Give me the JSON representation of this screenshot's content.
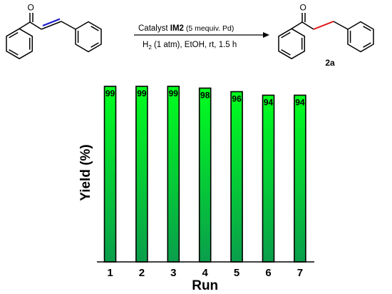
{
  "reaction": {
    "catalyst_prefix": "Catalyst ",
    "catalyst_name": "IM2",
    "catalyst_loading": " (5 mequiv. Pd)",
    "h2_main": "H",
    "h2_sub": "2",
    "conditions_rest": " (1 atm), EtOH, rt, 1.5 h",
    "reactant_o": "O",
    "product_o": "O",
    "product_label": "2a",
    "reactant_highlight_color": "#1a1acc",
    "product_highlight_color": "#e01010"
  },
  "chart_data": {
    "type": "bar",
    "categories": [
      "1",
      "2",
      "3",
      "4",
      "5",
      "6",
      "7"
    ],
    "values": [
      99,
      99,
      99,
      98,
      96,
      94,
      94
    ],
    "value_labels": [
      "99",
      "99",
      "99",
      "98",
      "96",
      "94",
      "94"
    ],
    "title": "",
    "xlabel": "Run",
    "ylabel": "Yield (%)",
    "ylim": [
      0,
      99
    ],
    "grid": false,
    "legend": "none",
    "bar_gradient_top": "#00ff1e",
    "bar_gradient_bottom": "#0a9e4c",
    "bar_outline": "#000000"
  }
}
